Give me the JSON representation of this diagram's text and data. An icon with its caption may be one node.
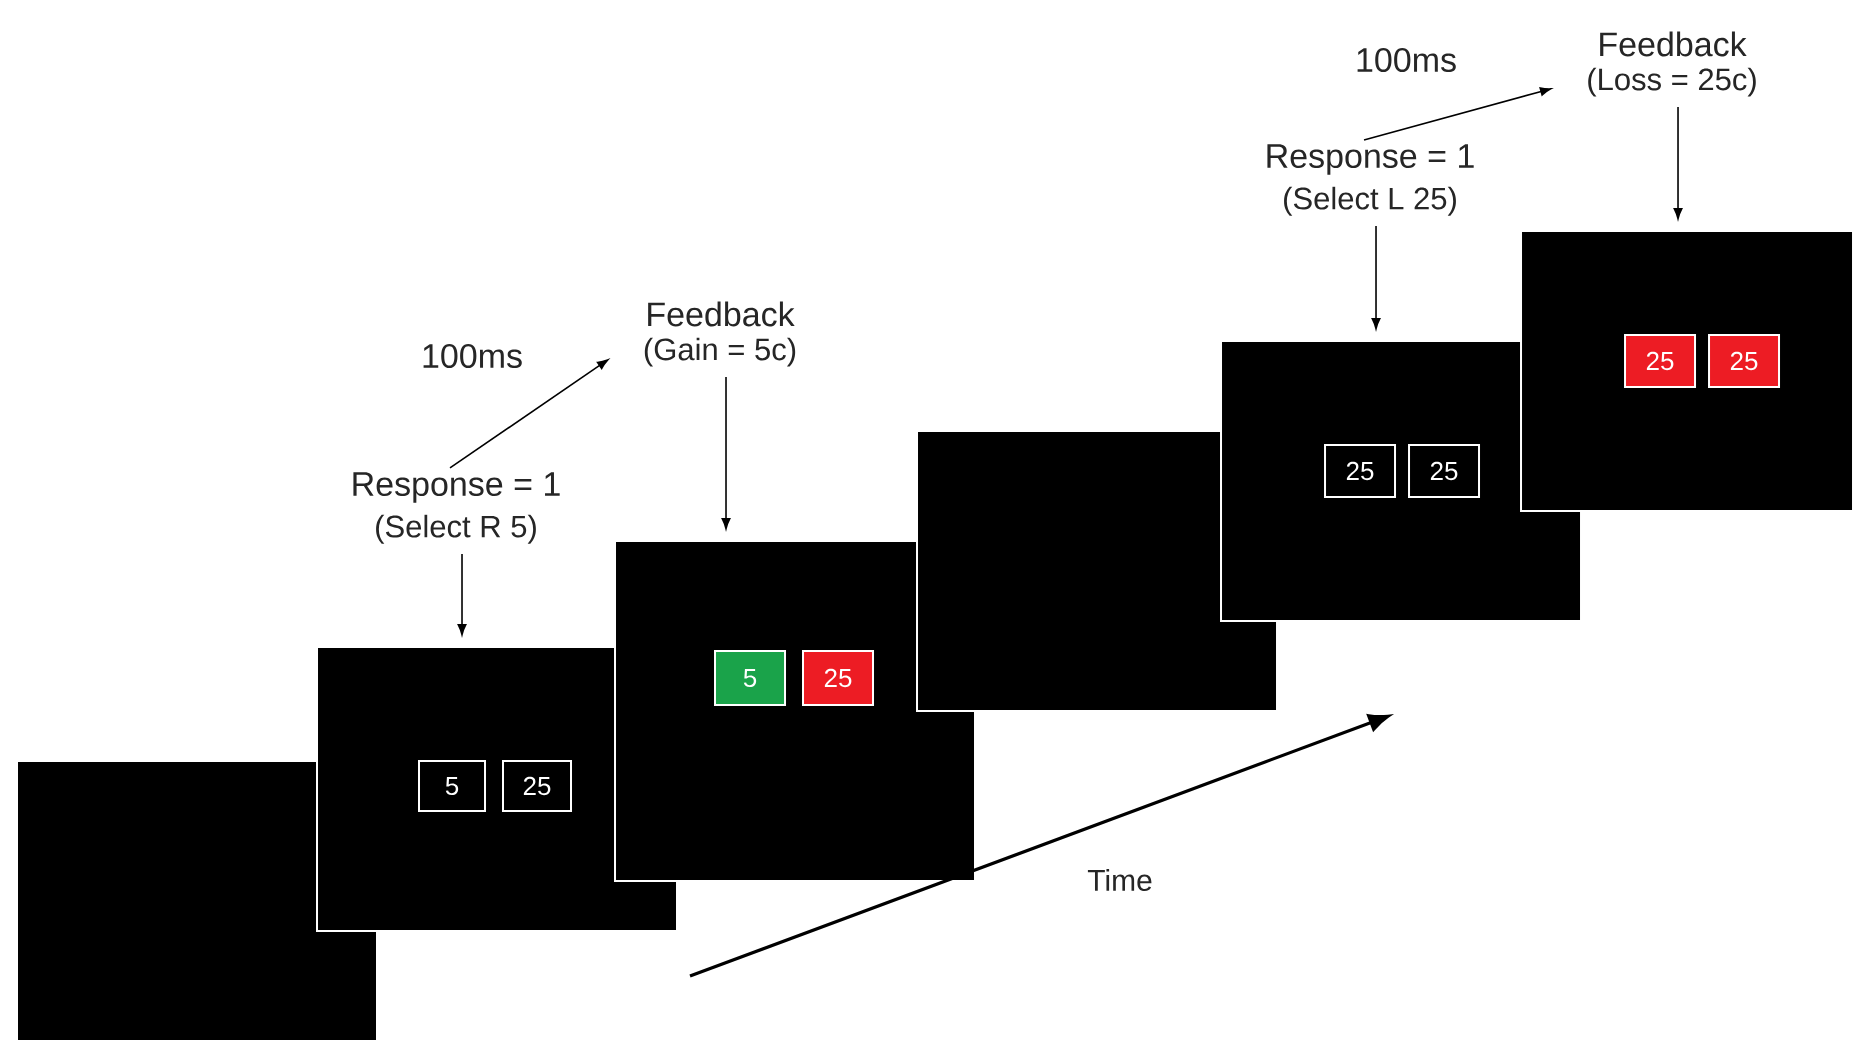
{
  "diagram": {
    "nodes": [
      {
        "text": [],
        "shape": "box"
      },
      {
        "text": [],
        "shape": "box"
      },
      {
        "text": [
          "5"
        ],
        "in": 1
      },
      {
        "text": [
          "25"
        ],
        "in": 1
      },
      {
        "text": [],
        "shape": "box"
      },
      {
        "text": [
          "5"
        ],
        "in": 4
      },
      {
        "text": [
          "25"
        ],
        "in": 4
      },
      {
        "text": [],
        "shape": "box"
      },
      {
        "text": [],
        "shape": "box"
      },
      {
        "text": [
          "25"
        ],
        "in": 8
      },
      {
        "text": [
          "25"
        ],
        "in": 8
      },
      {
        "text": [],
        "shape": "box"
      },
      {
        "text": [
          "25"
        ],
        "in": 11
      },
      {
        "text": [
          "25"
        ],
        "in": 11
      },
      {
        "text": [
          "Response = 1",
          "(Select R 5)"
        ]
      },
      {
        "text": [
          "Feedback",
          "(Gain = 5c)"
        ]
      },
      {
        "text": [
          "Response = 1",
          "(Select L 25)"
        ]
      },
      {
        "text": [
          "Feedback",
          "(Loss = 25c)"
        ]
      }
    ],
    "edges": [
      {
        "from": 14,
        "to": 1,
        "arrow": "to"
      },
      {
        "from": 14,
        "to": 15,
        "arrow": "to",
        "label": "100ms"
      },
      {
        "from": 15,
        "to": 4,
        "arrow": "to"
      },
      {
        "from": 16,
        "to": 8,
        "arrow": "to"
      },
      {
        "from": 16,
        "to": 17,
        "arrow": "to",
        "label": "100ms"
      },
      {
        "from": 17,
        "to": 11,
        "arrow": "to"
      }
    ],
    "labels": [
      "Time"
    ]
  }
}
